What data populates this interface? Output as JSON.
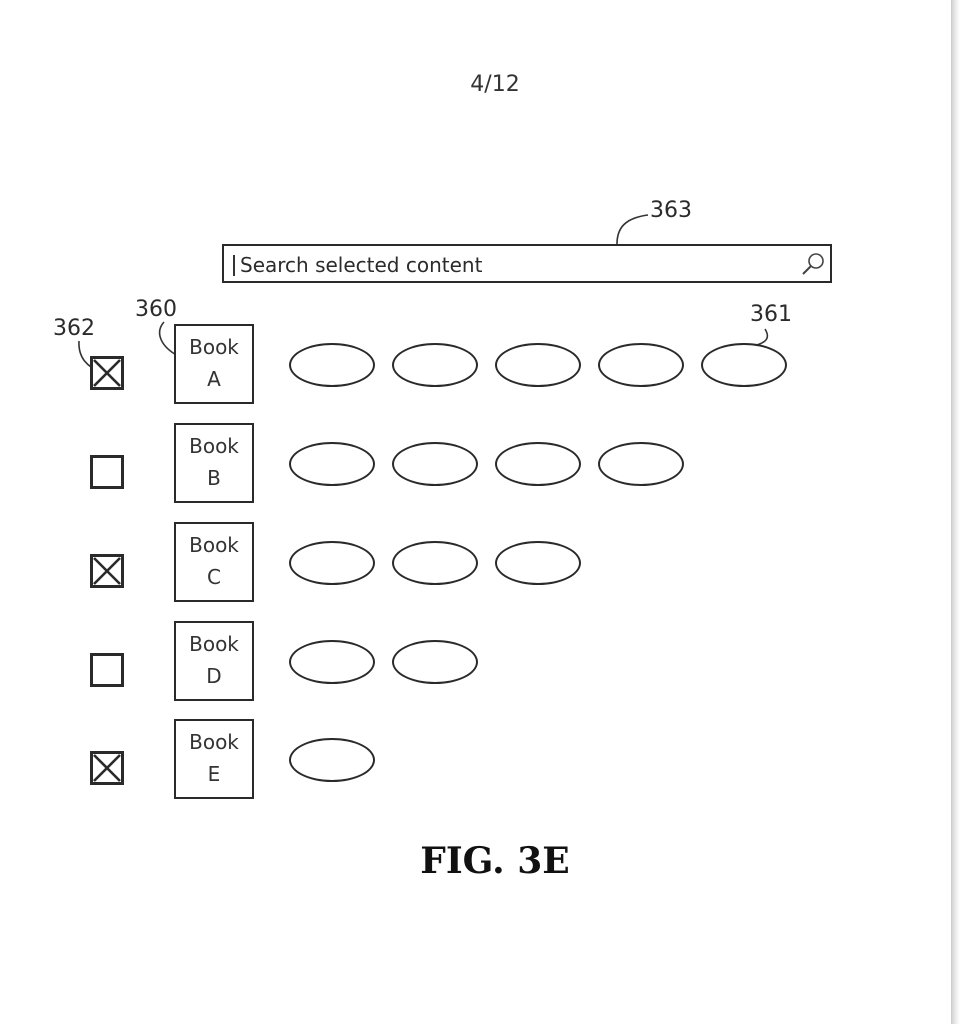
{
  "page": {
    "number": "4/12"
  },
  "search": {
    "placeholder": "Search selected content",
    "icon": "magnifier-icon"
  },
  "reference_numerals": {
    "search_bar": "363",
    "item_oval": "361",
    "book": "360",
    "checkbox": "362"
  },
  "books": [
    {
      "line1": "Book",
      "line2": "A",
      "checked": true,
      "item_count": 5
    },
    {
      "line1": "Book",
      "line2": "B",
      "checked": false,
      "item_count": 4
    },
    {
      "line1": "Book",
      "line2": "C",
      "checked": true,
      "item_count": 3
    },
    {
      "line1": "Book",
      "line2": "D",
      "checked": false,
      "item_count": 2
    },
    {
      "line1": "Book",
      "line2": "E",
      "checked": true,
      "item_count": 1
    }
  ],
  "caption": "FIG. 3E"
}
